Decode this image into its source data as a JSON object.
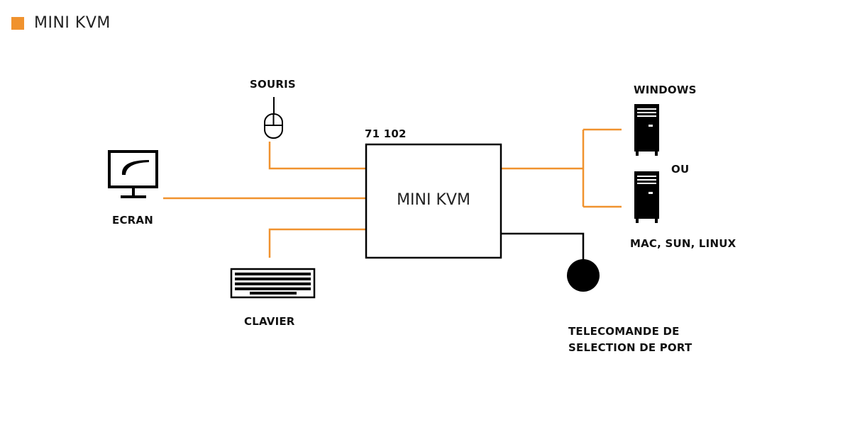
{
  "header": {
    "title": "MINI KVM"
  },
  "kvm": {
    "model": "71 102",
    "label": "MINI KVM"
  },
  "labels": {
    "mouse": "SOURIS",
    "screen": "ECRAN",
    "keyboard": "CLAVIER",
    "windows": "WINDOWS",
    "or": "OU",
    "mac": "MAC, SUN, LINUX",
    "remote_line1": "TELECOMANDE DE",
    "remote_line2": "SELECTION DE PORT"
  },
  "colors": {
    "accent": "#f0922e",
    "line": "#f0922e",
    "ink": "#000000"
  }
}
